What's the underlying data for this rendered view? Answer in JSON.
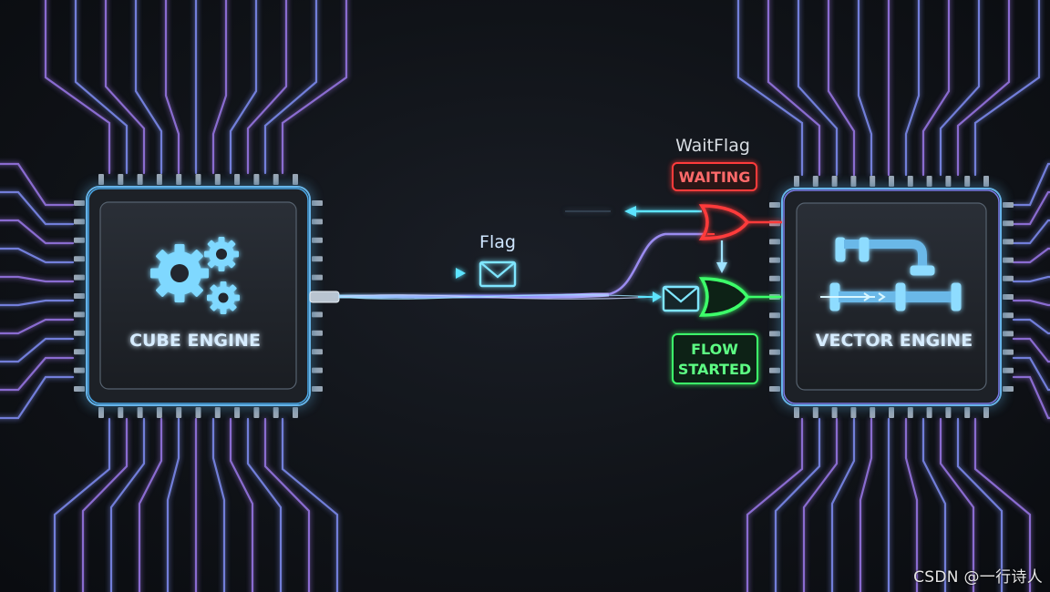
{
  "cube_engine": {
    "label": "CUBE ENGINE"
  },
  "vector_engine": {
    "label": "VECTOR ENGINE"
  },
  "flag": {
    "label": "Flag"
  },
  "wait_flag": {
    "label": "WaitFlag",
    "status": "WAITING"
  },
  "flow": {
    "line1": "FLOW",
    "line2": "STARTED"
  },
  "watermark": "CSDN @一行诗人",
  "colors": {
    "trace": "#7f8df2",
    "trace_violet": "#9a78e8",
    "chip_glow": "#6fc6ff",
    "waiting_red": "#ff3b3b",
    "started_green": "#3dff6a",
    "signal_cyan": "#5de4ff",
    "label_text": "#cfe6ff"
  },
  "icons": {
    "cube": "gears-icon",
    "vector": "pipes-icon",
    "flag": "envelope-icon",
    "gate": "or-gate-icon"
  }
}
